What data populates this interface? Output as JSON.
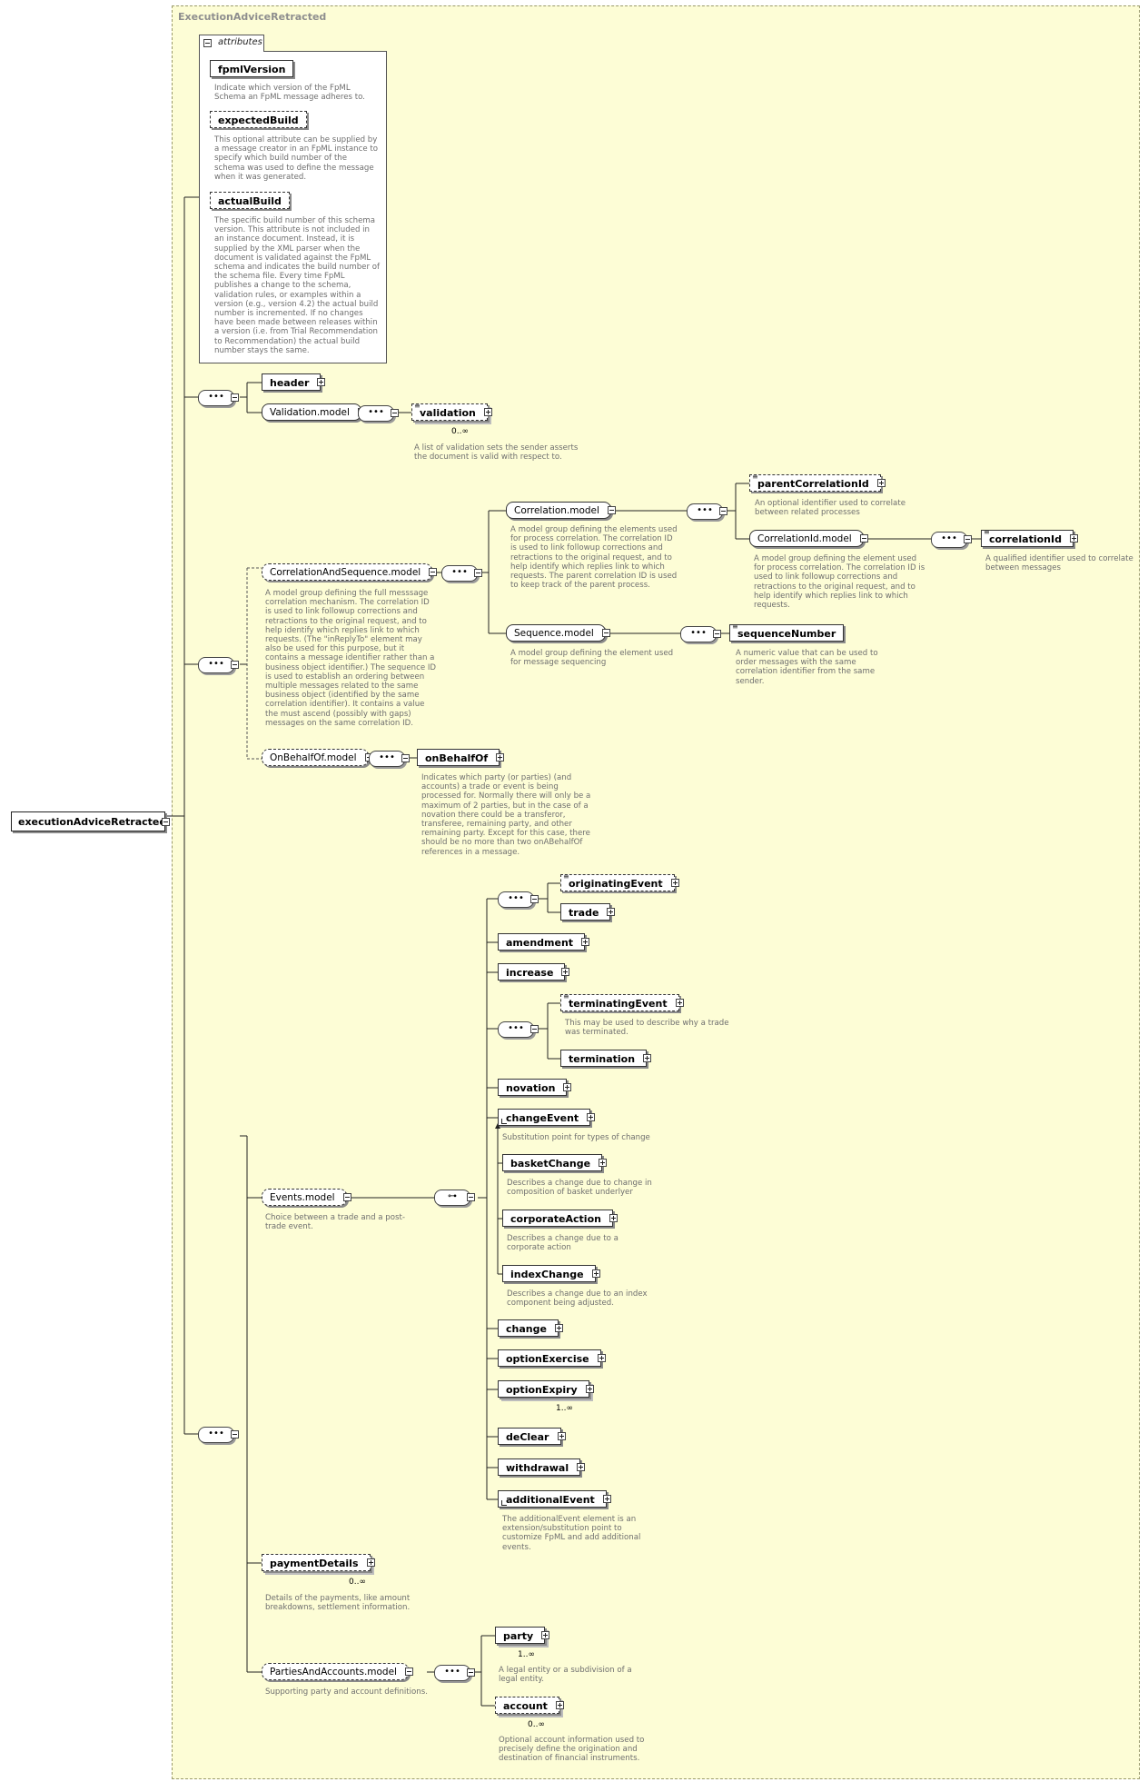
{
  "frame_title": "ExecutionAdviceRetracted",
  "root": "executionAdviceRetracted",
  "attributes": {
    "tab_label": "attributes",
    "items": [
      {
        "name": "fpmlVersion",
        "doc": "Indicate which version of the FpML Schema an FpML message adheres to."
      },
      {
        "name": "expectedBuild",
        "doc": "This optional attribute can be supplied by a message creator in an FpML instance to specify which build number of the schema was used to define the message when it was generated."
      },
      {
        "name": "actualBuild",
        "doc": "The specific build number of this schema version. This attribute is not included in an instance document. Instead, it is supplied by the XML parser when the document is validated against the FpML schema and indicates the build number of the schema file. Every time FpML publishes a change to the schema, validation rules, or examples within a version (e.g., version 4.2) the actual build number is incremented. If no changes have been made between releases within a version (i.e. from Trial Recommendation to Recommendation) the actual build number stays the same."
      }
    ]
  },
  "nodes": {
    "header": "header",
    "validation_model": "Validation.model",
    "validation": "validation",
    "validation_card": "0..∞",
    "validation_doc": "A list of validation sets the sender asserts the document is valid with respect to.",
    "corr_seq_model": "CorrelationAndSequence.model",
    "corr_seq_doc": "A model group defining the full messsage correlation mechanism. The correlation ID is used to link followup corrections and retractions to the original request, and to help identify which replies link to which requests. (The \"inReplyTo\" element may also be used for this purpose, but it contains a message identifier rather than a business object identifier.) The sequence ID is used to establish an ordering between multiple messages related to the same business object (identified by the same correlation identifier). It contains a value the must ascend (possibly with gaps) messages on the same correlation ID.",
    "correlation_model": "Correlation.model",
    "correlation_doc": "A model group defining the elements used for process correlation. The correlation ID is used to link followup corrections and retractions to the original request, and to help identify which replies link to which requests. The parent correlation ID is used to keep track of the parent process.",
    "parent_correlation_id": "parentCorrelationId",
    "parent_correlation_doc": "An optional identifier used to correlate between related processes",
    "correlation_id_model": "CorrelationId.model",
    "correlation_id_model_doc": "A model group defining the element used for process correlation. The correlation ID is used to link followup corrections and retractions to the original request, and to help identify which replies link to which requests.",
    "correlation_id": "correlationId",
    "correlation_id_doc": "A qualified identifier used to correlate between messages",
    "sequence_model": "Sequence.model",
    "sequence_doc": "A model group defining the element used for message sequencing",
    "sequence_number": "sequenceNumber",
    "sequence_number_doc": "A numeric value that can be used to order messages with the same correlation identifier from the same sender.",
    "on_behalf_of_model": "OnBehalfOf.model",
    "on_behalf_of": "onBehalfOf",
    "on_behalf_of_doc": "Indicates which party (or parties) (and accounts) a trade or event is being processed for. Normally there will only be a maximum of 2 parties, but in the case of a novation there could be a transferor, transferee, remaining party, and other remaining party. Except for this case, there should be no more than two onABehalfOf references in a message.",
    "originating_event": "originatingEvent",
    "trade": "trade",
    "amendment": "amendment",
    "increase": "increase",
    "terminating_event": "terminatingEvent",
    "terminating_event_doc": "This may be used to describe why a trade was terminated.",
    "termination": "termination",
    "novation": "novation",
    "change_event": "changeEvent",
    "change_event_doc": "Substitution point for types of change",
    "basket_change": "basketChange",
    "basket_change_doc": "Describes a change due to change in composition of basket underlyer",
    "corporate_action": "corporateAction",
    "corporate_action_doc": "Describes a change due to a corporate action",
    "index_change": "indexChange",
    "index_change_doc": "Describes a change due to an index component being adjusted.",
    "events_model": "Events.model",
    "events_model_doc": "Choice between a trade and a post-trade event.",
    "change": "change",
    "option_exercise": "optionExercise",
    "option_expiry": "optionExpiry",
    "option_expiry_card": "1..∞",
    "de_clear": "deClear",
    "withdrawal": "withdrawal",
    "additional_event": "additionalEvent",
    "additional_event_doc": "The additionalEvent element is an extension/substitution point to customize FpML and add additional events.",
    "payment_details": "paymentDetails",
    "payment_details_card": "0..∞",
    "payment_details_doc": "Details of the payments, like amount breakdowns, settlement information.",
    "parties_accounts_model": "PartiesAndAccounts.model",
    "parties_accounts_doc": "Supporting party and account definitions.",
    "party": "party",
    "party_card": "1..∞",
    "party_doc": "A legal entity or a subdivision of a legal entity.",
    "account": "account",
    "account_card": "0..∞",
    "account_doc": "Optional account information used to precisely define the origination and destination of financial instruments."
  },
  "compositor_symbols": {
    "sequence": "•••",
    "choice": "⊶"
  },
  "colors": {
    "frame_bg": "#fdfdd6",
    "frame_border": "#9a9a6a",
    "doc_text": "#6e6e6e",
    "connector": "#222222"
  }
}
